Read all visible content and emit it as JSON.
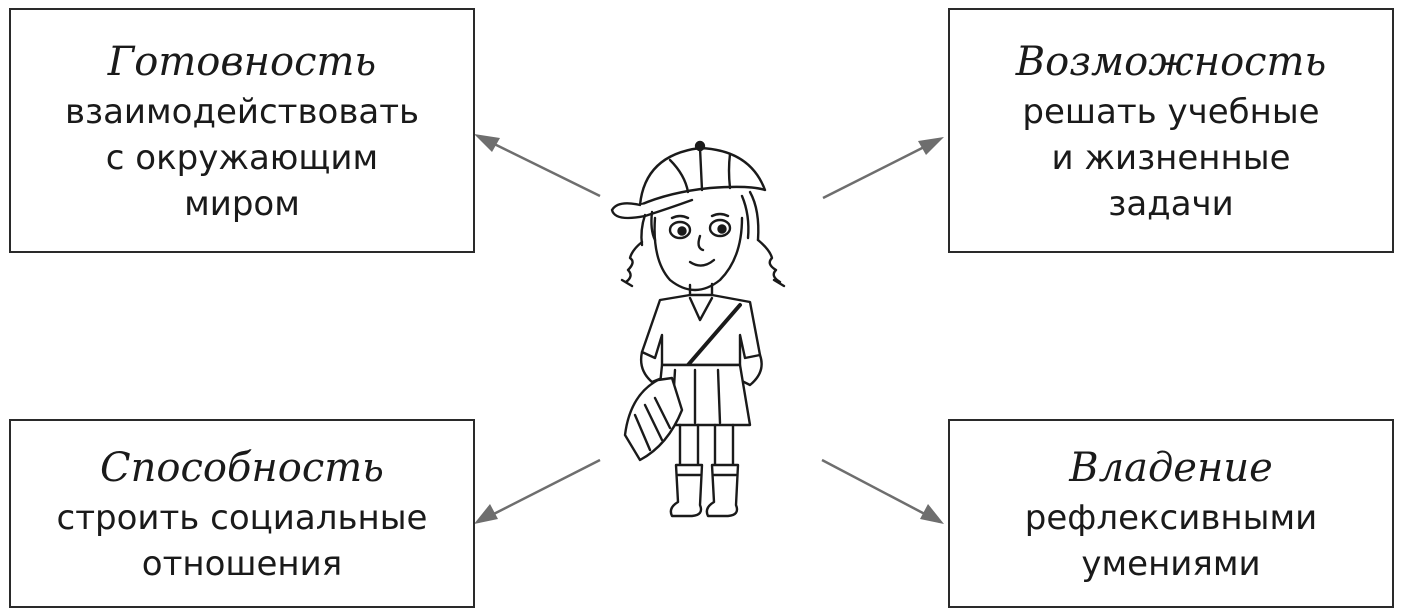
{
  "boxes": {
    "top_left": {
      "title": "Готовность",
      "text": "взаимодействовать\nс окружающим\nмиром"
    },
    "top_right": {
      "title": "Возможность",
      "text": "решать учебные\nи жизненные\nзадачи"
    },
    "bottom_left": {
      "title": "Способность",
      "text": "строить социальные\nотношения"
    },
    "bottom_right": {
      "title": "Владение",
      "text": "рефлексивными\nумениями"
    }
  },
  "colors": {
    "border": "#2a2a2a",
    "arrow": "#6e6e6e",
    "ink": "#1a1a1a"
  },
  "icons": {
    "center": "schoolgirl-illustration"
  }
}
